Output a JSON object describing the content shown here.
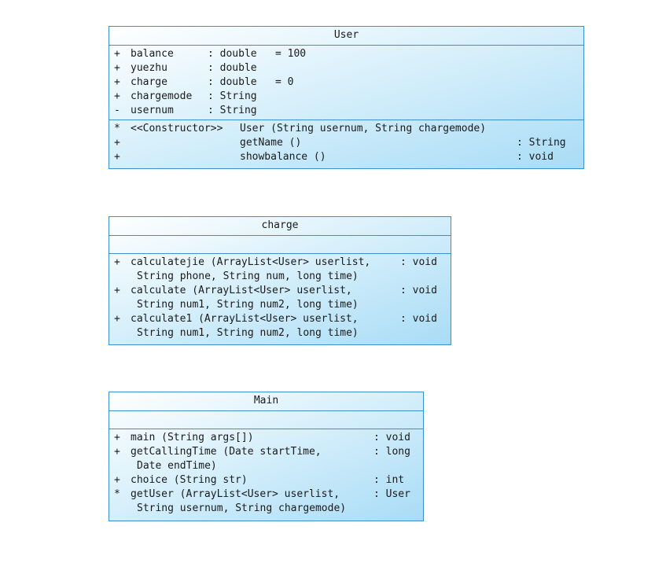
{
  "classes": {
    "user": {
      "name": "User",
      "attributes": [
        {
          "vis": "+",
          "name": "balance",
          "type": ": double",
          "default": "= 100"
        },
        {
          "vis": "+",
          "name": "yuezhu",
          "type": ": double",
          "default": ""
        },
        {
          "vis": "+",
          "name": "charge",
          "type": ": double",
          "default": "= 0"
        },
        {
          "vis": "+",
          "name": "chargemode",
          "type": ": String",
          "default": ""
        },
        {
          "vis": "-",
          "name": "usernum",
          "type": ": String",
          "default": ""
        }
      ],
      "operations": [
        {
          "vis": "*",
          "stereotype": "<<Constructor>>",
          "sig": "User (String usernum, String chargemode)",
          "ret": ""
        },
        {
          "vis": "+",
          "stereotype": "",
          "sig": "getName ()",
          "ret": ": String"
        },
        {
          "vis": "+",
          "stereotype": "",
          "sig": "showbalance ()",
          "ret": ": void"
        }
      ]
    },
    "charge": {
      "name": "charge",
      "operations": [
        {
          "vis": "+",
          "line1": "calculatejie (ArrayList<User> userlist,",
          "line2": "String phone, String num, long time)",
          "ret": ": void"
        },
        {
          "vis": "+",
          "line1": "calculate (ArrayList<User> userlist,",
          "line2": "String num1, String num2, long time)",
          "ret": ": void"
        },
        {
          "vis": "+",
          "line1": "calculate1 (ArrayList<User> userlist,",
          "line2": "String num1, String num2, long time)",
          "ret": ": void"
        }
      ]
    },
    "main": {
      "name": "Main",
      "operations": [
        {
          "vis": "+",
          "line1": "main (String args[])",
          "line2": "",
          "ret": ": void"
        },
        {
          "vis": "+",
          "line1": "getCallingTime (Date startTime,",
          "line2": "Date endTime)",
          "ret": ": long"
        },
        {
          "vis": "+",
          "line1": "choice (String str)",
          "line2": "",
          "ret": ": int"
        },
        {
          "vis": "*",
          "line1": "getUser (ArrayList<User> userlist,",
          "line2": "String usernum, String chargemode)",
          "ret": ": User"
        }
      ]
    }
  }
}
